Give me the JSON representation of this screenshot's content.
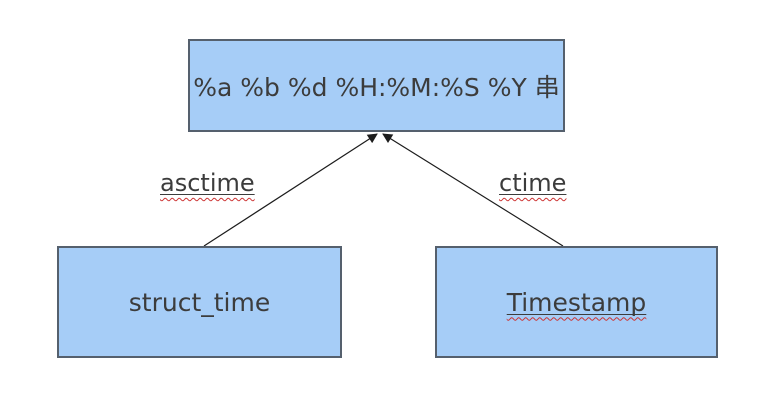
{
  "diagram": {
    "title": "time format conversion diagram",
    "colors": {
      "background": "#ffffff",
      "node_fill": "#a6cdf7",
      "node_border": "#55606d",
      "text": "#3c3c3c",
      "arrow": "#1c1c1c",
      "squiggle": "#cc3333"
    },
    "nodes": [
      {
        "id": "format-string",
        "label": "%a %b %d %H:%M:%S %Y 串",
        "underlined": false
      },
      {
        "id": "struct-time",
        "label": "struct_time",
        "underlined": false
      },
      {
        "id": "timestamp",
        "label": "Timestamp",
        "underlined": true
      }
    ],
    "edges": [
      {
        "label": "asctime",
        "from": "struct_time",
        "to": "format-string"
      },
      {
        "label": "ctime",
        "from": "Timestamp",
        "to": "format-string"
      }
    ]
  }
}
